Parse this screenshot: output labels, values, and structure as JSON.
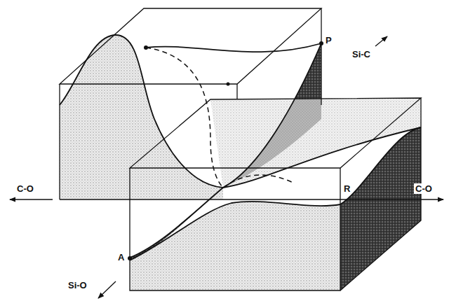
{
  "diagram": {
    "labels": [
      "P",
      "Si-C",
      "C-O",
      "C-O",
      "R",
      "A",
      "Si-O"
    ]
  }
}
